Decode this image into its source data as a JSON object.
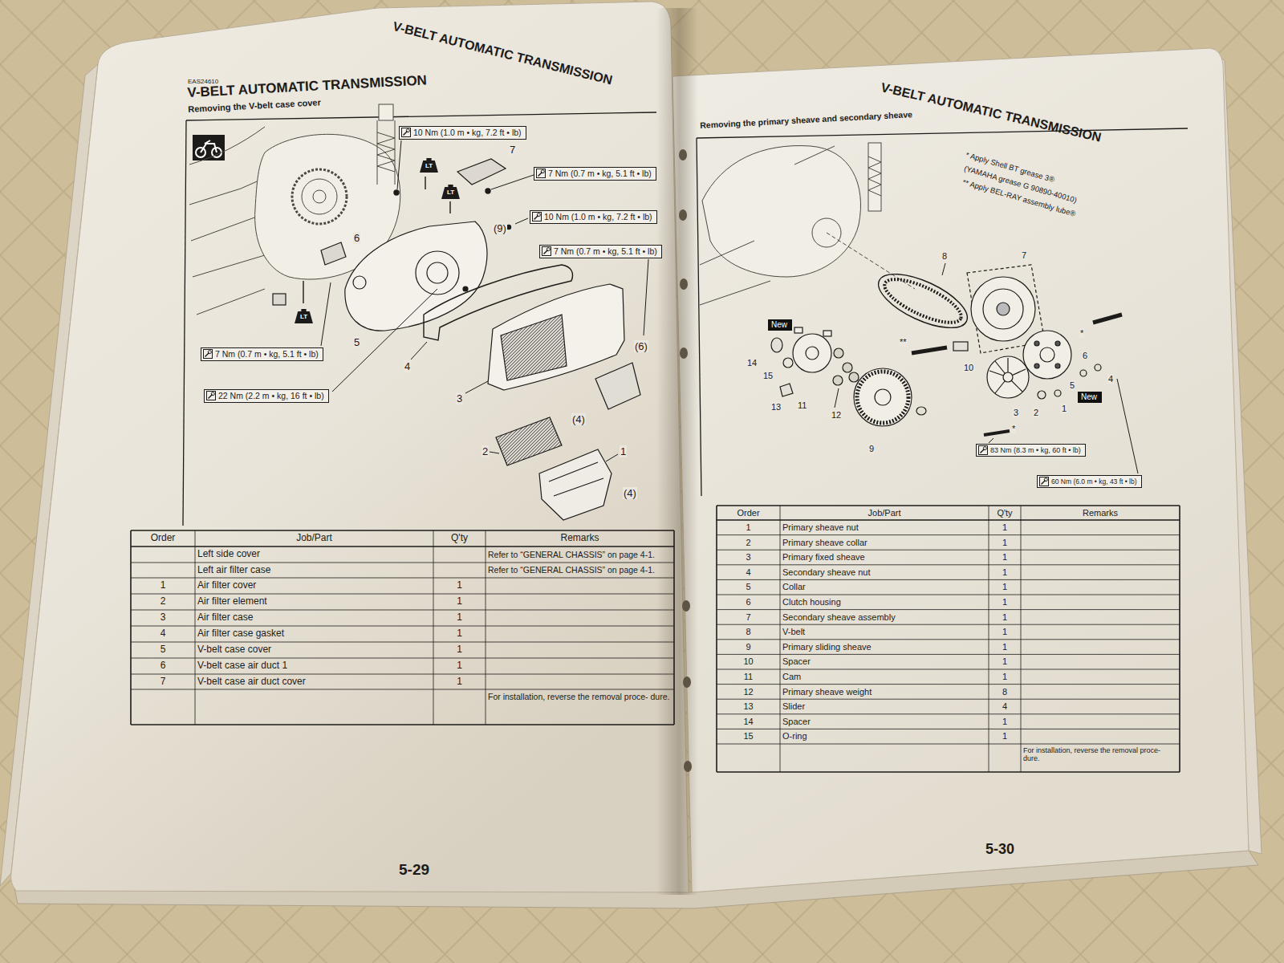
{
  "diagram": {
    "title": "V-BELT AUTOMATIC TRANSMISSION",
    "nodes": [
      {
        "text": [
          "10 Nm (1.0 m • kg, 7.2 ft • lb)"
        ]
      },
      {
        "text": [
          "7 Nm (0.7 m • kg, 5.1 ft • lb)"
        ]
      },
      {
        "text": [
          "10 Nm (1.0 m • kg, 7.2 ft • lb)"
        ]
      },
      {
        "text": [
          "7 Nm (0.7 m • kg, 5.1 ft • lb)"
        ]
      },
      {
        "text": [
          "7 Nm (0.7 m • kg, 5.1 ft • lb)"
        ]
      },
      {
        "text": [
          "22 Nm (2.2 m • kg, 16 ft • lb)"
        ]
      },
      {
        "text": [
          "LT"
        ]
      },
      {
        "text": [
          "LT"
        ]
      },
      {
        "text": [
          "LT"
        ]
      },
      {
        "text": [
          "New"
        ]
      },
      {
        "text": [
          "New"
        ]
      },
      {
        "text": [
          "83 Nm (8.3 m • kg, 60 ft • lb)"
        ]
      },
      {
        "text": [
          "60 Nm (6.0 m • kg, 43 ft • lb)"
        ]
      }
    ],
    "labels": [
      "V-BELT AUTOMATIC TRANSMISSION",
      "EAS24610",
      "Removing the V-belt case cover",
      "7",
      "(9)",
      "6",
      "5",
      "4",
      "3",
      "(6)",
      "(4)",
      "2",
      "1",
      "(4)",
      "Order",
      "Job/Part",
      "Q'ty",
      "Remarks",
      "Left side cover",
      "Refer to “GENERAL CHASSIS” on page 4-1.",
      "Left air filter case",
      "Refer to “GENERAL CHASSIS” on page 4-1.",
      "1",
      "Air filter cover",
      "1",
      "2",
      "Air filter element",
      "1",
      "3",
      "Air filter case",
      "1",
      "4",
      "Air filter case gasket",
      "1",
      "5",
      "V-belt case cover",
      "1",
      "6",
      "V-belt case air duct 1",
      "1",
      "7",
      "V-belt case air duct cover",
      "1",
      "For installation, reverse the removal proce- dure.",
      "5-29",
      "V-BELT AUTOMATIC TRANSMISSION",
      "Removing the primary sheave and secondary sheave",
      "* Apply Shell BT grease 3®",
      "(YAMAHA grease G 90890-40010)",
      "** Apply BEL-RAY assembly lube®",
      "8",
      "7",
      "14",
      "15",
      "13",
      "11",
      "12",
      "9",
      "**",
      "10",
      "*",
      "6",
      "5",
      "4",
      "3",
      "2",
      "1",
      "*",
      "Order",
      "Job/Part",
      "Q'ty",
      "Remarks",
      "1",
      "Primary sheave nut",
      "1",
      "2",
      "Primary sheave collar",
      "1",
      "3",
      "Primary fixed sheave",
      "1",
      "4",
      "Secondary sheave nut",
      "1",
      "5",
      "Collar",
      "1",
      "6",
      "Clutch housing",
      "1",
      "7",
      "Secondary sheave assembly",
      "1",
      "8",
      "V-belt",
      "1",
      "9",
      "Primary sliding sheave",
      "1",
      "10",
      "Spacer",
      "1",
      "11",
      "Cam",
      "1",
      "12",
      "Primary sheave weight",
      "8",
      "13",
      "Slider",
      "4",
      "14",
      "Spacer",
      "1",
      "15",
      "O-ring",
      "1",
      "For installation, reverse the removal proce- dure.",
      "5-30"
    ]
  }
}
